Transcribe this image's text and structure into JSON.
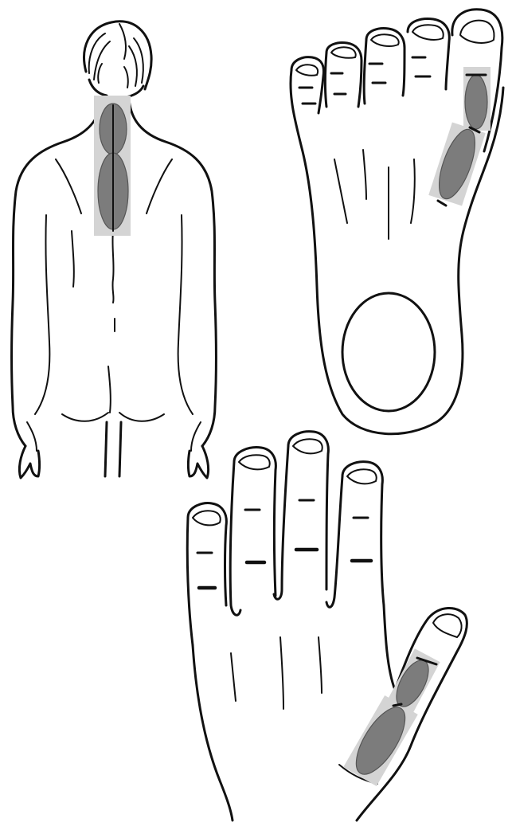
{
  "figure": {
    "panels": [
      "back",
      "foot-sole",
      "hand-palm"
    ],
    "highlight_color": "#7a7a7a",
    "highlight_box_color": "#cfcfcf",
    "line_color": "#111111",
    "background": "#ffffff"
  }
}
